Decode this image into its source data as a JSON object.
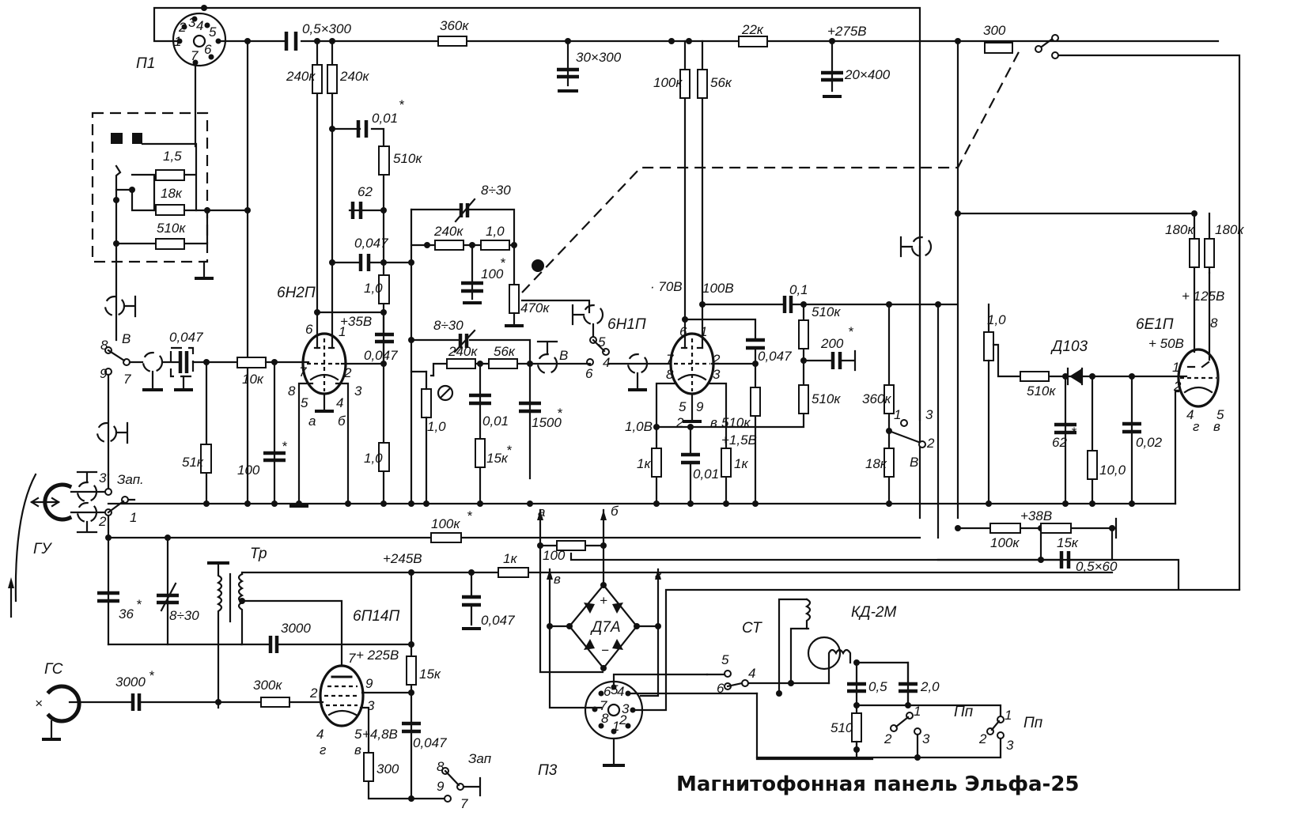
{
  "title": "Магнитофонная панель Эльфа-25",
  "connectors": {
    "p1": "П1",
    "p3": "П3",
    "gu": "ГУ",
    "gs": "ГС",
    "st": "СТ",
    "motor": "КД-2М",
    "pp1": "Пп",
    "pp2": "Пп"
  },
  "tubes": {
    "v1": "6Н2П",
    "v2": "6Н1П",
    "v3": "6Е1П",
    "v4": "6П14П",
    "bridge": "Д7А",
    "diode": "Д103",
    "transformer": "Тр"
  },
  "p1_pins": [
    "1",
    "2",
    "3",
    "4",
    "5",
    "6",
    "7"
  ],
  "p3_pins": [
    "1",
    "2",
    "3",
    "4",
    "5",
    "6",
    "7",
    "8"
  ],
  "switch_labels": {
    "v": "В",
    "zap": "Зап.",
    "zap2": "Зап"
  },
  "voltages": {
    "v275": "+275В",
    "v35": "+35В",
    "v70": "· 70В",
    "v100": "100В",
    "v1_0": "1,0В",
    "v1_5": "+1,5В",
    "v125": "+ 125В",
    "v50": "+ 50В",
    "v38": "+38В",
    "v245": "+245В",
    "v225": "+ 225В",
    "v4_8": "+4,8В"
  },
  "components": {
    "c_05x300": "0,5×300",
    "r_360k_top": "360к",
    "c_30x300": "30×300",
    "r_22k": "22к",
    "c_20x400": "20×400",
    "r_300": "300",
    "r_240k_a": "240к",
    "r_240k_b": "240к",
    "c_001_top": "0,01",
    "r_510k_top": "510к",
    "c_62": "62",
    "c_0047_a": "0,047",
    "r_1_0_a": "1,0",
    "r_100k": "100к",
    "r_56k_top": "56к",
    "r_180k_a": "180к",
    "r_180k_b": "180к",
    "r_1_5": "1,5",
    "r_18k_box": "18к",
    "r_510k_box": "510к",
    "c_0047_in": "0,047",
    "r_10k": "10к",
    "r_51k": "51к",
    "c_100_in": "100",
    "c_0047_b": "0,047",
    "r_1_0_b": "1,0",
    "c_8_30_a": "8÷30",
    "r_240k_c": "240к",
    "r_1_0_c": "1,0",
    "c_100_b": "100",
    "r_470k": "470к",
    "c_8_30_b": "8÷30",
    "r_240k_d": "240к",
    "r_56k": "56к",
    "pot_1_0": "1,0",
    "c_001_b": "0,01",
    "r_15k_b": "15к",
    "c_1500": "1500",
    "c_0047_c": "0,047",
    "c_0_1": "0,1",
    "r_510k_c": "510к",
    "c_200": "200",
    "r_510k_d": "510к",
    "r_510k_e": "510к",
    "r_1k_a": "1к",
    "c_001_c": "0,01",
    "r_1k_b": "1к",
    "r_360k": "360к",
    "r_18k": "18к",
    "pot_1_0_b": "1,0",
    "r_510k_f": "510к",
    "c_62b": "62",
    "r_10_0": "10,0",
    "c_0_02": "0,02",
    "r_100k_star": "100к",
    "r_100": "100",
    "r_1k_c": "1к",
    "c_0047_d": "0,047",
    "r_100k_b": "100к",
    "r_15k_c": "15к",
    "c_05x60": "0,5×60",
    "c_36": "36",
    "c_8_30_c": "8÷30",
    "c_3000": "3000",
    "c_3000_b": "3000",
    "r_300k": "300к",
    "r_15k_d": "15к",
    "c_0047_e": "0,047",
    "r_300b": "300",
    "c_0_5": "0,5",
    "c_2_0": "2,0",
    "r_510": "510"
  },
  "pins": {
    "p6": "6",
    "p1": "1",
    "p7": "7",
    "p2": "2",
    "p8": "8",
    "p3": "3",
    "p5": "5",
    "p9": "9",
    "p4": "4",
    "a": "а",
    "b": "б",
    "v": "в",
    "g": "г"
  },
  "star": "*"
}
